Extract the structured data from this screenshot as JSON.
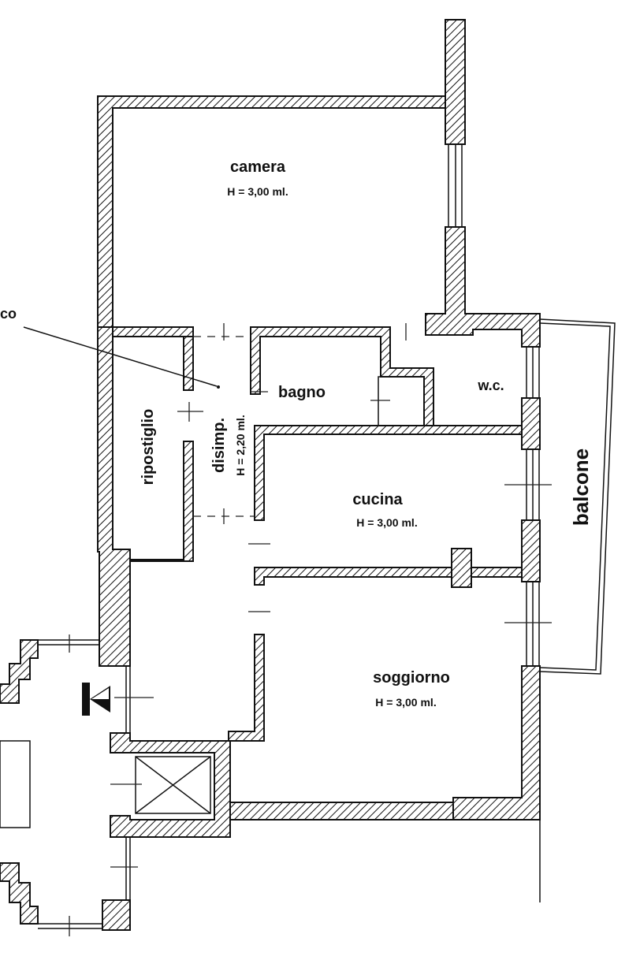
{
  "rooms": {
    "camera": {
      "name": "camera",
      "height": "H = 3,00 ml."
    },
    "bagno": {
      "name": "bagno"
    },
    "wc": {
      "name": "w.c."
    },
    "ripostiglio": {
      "name": "ripostiglio"
    },
    "disimpegno": {
      "name": "disimp.",
      "height": "H = 2,20 ml."
    },
    "cucina": {
      "name": "cucina",
      "height": "H = 3,00 ml."
    },
    "soggiorno": {
      "name": "soggiorno",
      "height": "H = 3,00 ml."
    },
    "balcone": {
      "name": "balcone"
    }
  },
  "callout": {
    "text": "co"
  },
  "colors": {
    "line": "#111111",
    "background": "#ffffff"
  }
}
